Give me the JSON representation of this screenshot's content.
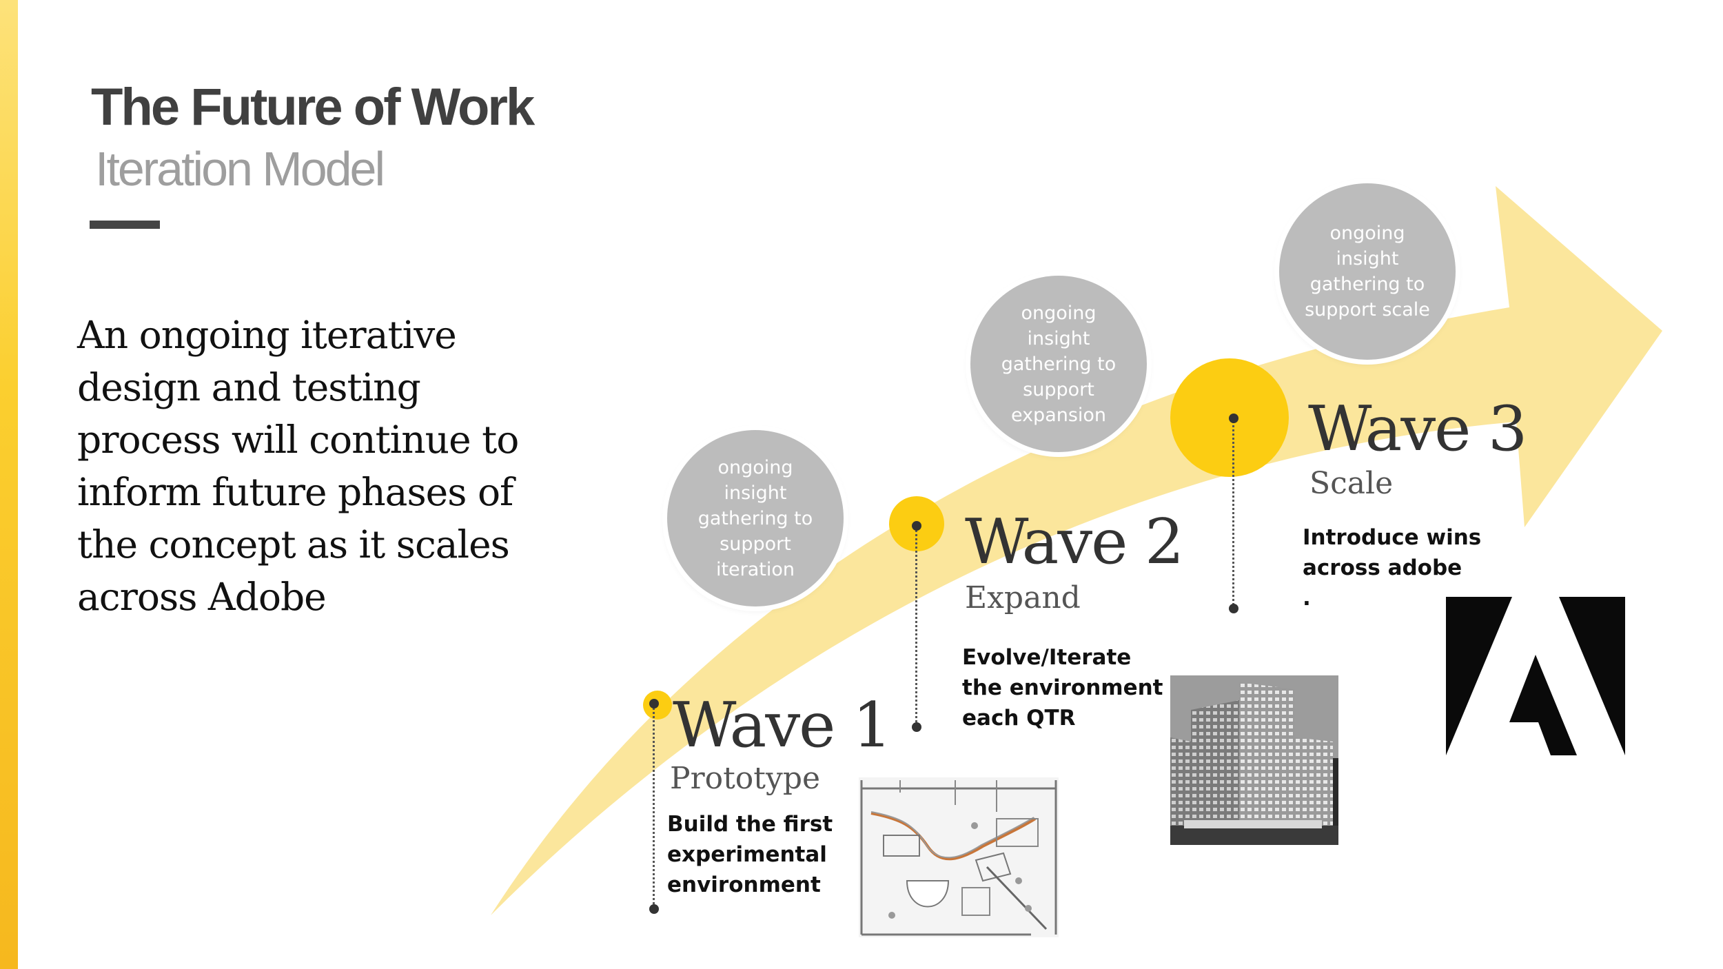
{
  "slide": {
    "title": "The Future of Work",
    "subtitle": "Iteration  Model",
    "intro": "An ongoing iterative design and testing process will continue to inform future phases of the concept as it scales across Adobe"
  },
  "colors": {
    "accent_yellow": "#fccd12",
    "arrow_yellow": "#fbe69c",
    "bubble_gray": "#bcbcbc",
    "stripe_yellow": "#f8c52a",
    "title_dark": "#404040",
    "subtitle_gray": "#9e9e9e"
  },
  "waves": [
    {
      "name": "Wave 1",
      "phase": "Prototype",
      "description": [
        "Build the first",
        "experimental",
        "environment"
      ],
      "insight": "ongoing insight gathering to support iteration",
      "image": "floor-plan-image"
    },
    {
      "name": "Wave 2",
      "phase": "Expand",
      "description": [
        "Evolve/Iterate",
        "the environment",
        "each QTR"
      ],
      "insight": "ongoing insight gathering to support expansion",
      "image": "office-building-image"
    },
    {
      "name": "Wave 3",
      "phase": "Scale",
      "description": [
        "Introduce wins",
        "across adobe",
        "."
      ],
      "insight": "ongoing insight gathering to support scale",
      "image": "adobe-logo"
    }
  ]
}
